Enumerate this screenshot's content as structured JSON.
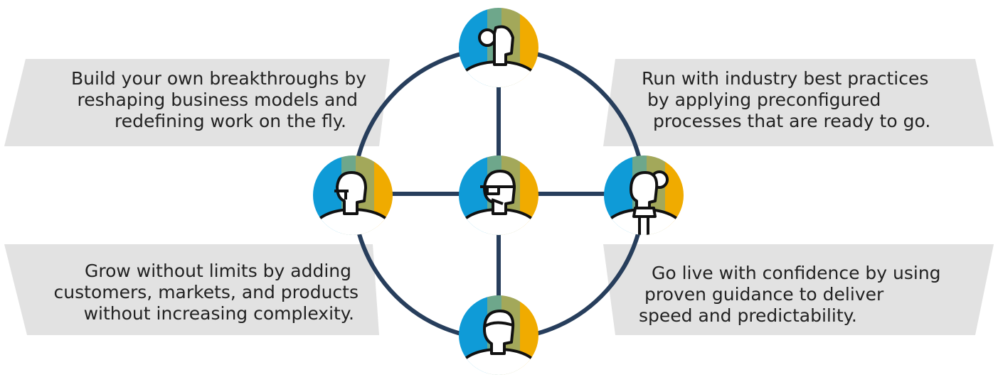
{
  "colors": {
    "banner": "#e2e2e2",
    "ring": "#273e5c",
    "text": "#222222",
    "avatar_blue": "#0f9bd7",
    "avatar_green": "#6ea78b",
    "avatar_olive": "#a3a85a",
    "avatar_yellow": "#f0ab00"
  },
  "blocks": {
    "top_left": [
      "Build your own breakthroughs by",
      "reshaping business models and",
      "redefining work on the fly."
    ],
    "top_right": [
      "Run with industry best practices",
      "by applying preconfigured",
      "processes that are ready to go."
    ],
    "bottom_left": [
      "Grow without limits by adding",
      "customers, markets, and products",
      "without increasing complexity."
    ],
    "bottom_right": [
      "Go live with confidence by using",
      "proven guidance to deliver",
      "speed and predictability."
    ]
  },
  "avatars": [
    "person-avatar-top",
    "person-avatar-left",
    "person-avatar-center",
    "person-avatar-right",
    "person-avatar-bottom"
  ]
}
